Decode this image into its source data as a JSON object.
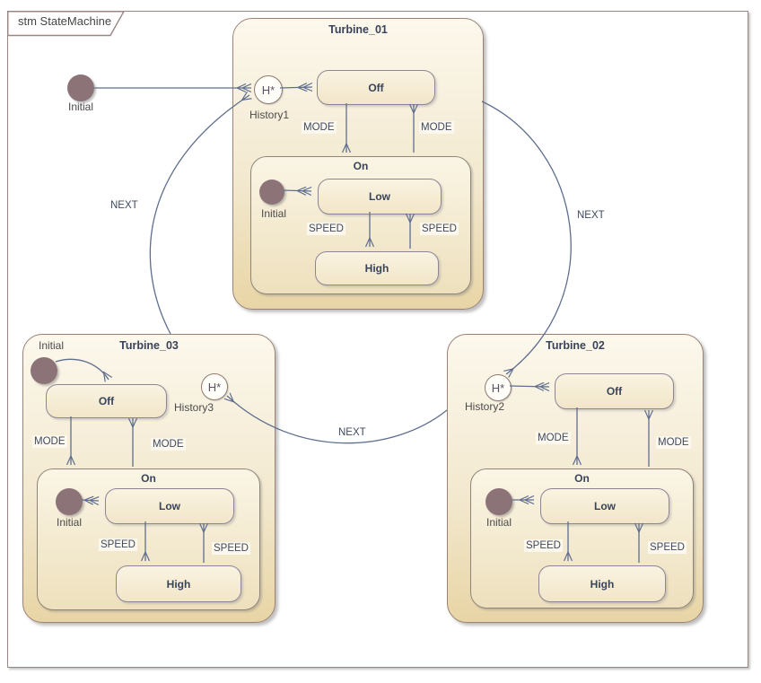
{
  "frame": {
    "label": "stm StateMachine"
  },
  "outer_initial": {
    "label": "Initial"
  },
  "pseudo": {
    "history_glyph": "H*"
  },
  "labels": {
    "mode": "MODE",
    "speed": "SPEED",
    "next": "NEXT"
  },
  "turbines": [
    {
      "title": "Turbine_01",
      "history_label": "History1",
      "off_label": "Off",
      "on": {
        "title": "On",
        "initial_label": "Initial",
        "low_label": "Low",
        "high_label": "High"
      }
    },
    {
      "title": "Turbine_02",
      "history_label": "History2",
      "off_label": "Off",
      "on": {
        "title": "On",
        "initial_label": "Initial",
        "low_label": "Low",
        "high_label": "High"
      }
    },
    {
      "title": "Turbine_03",
      "history_label": "History3",
      "initial_label": "Initial",
      "off_label": "Off",
      "on": {
        "title": "On",
        "initial_label": "Initial",
        "low_label": "Low",
        "high_label": "High"
      }
    }
  ],
  "colors": {
    "transition": "#5f6e8e",
    "state_text": "#39445a",
    "composite_border": "#9b8274",
    "state_border": "#8e8495",
    "frame_border": "#9b8686",
    "initial_fill": "#8c7378",
    "composite_fill_top": "#fcf8ec",
    "composite_fill_bottom": "#e8d5a6"
  }
}
